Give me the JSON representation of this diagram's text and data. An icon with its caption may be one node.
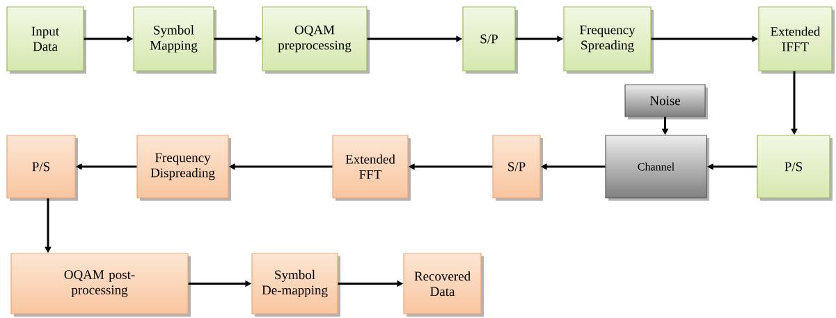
{
  "diagram": {
    "nodes": [
      {
        "text": [
          "Input Data"
        ]
      },
      {
        "text": [
          "Symbol Mapping"
        ]
      },
      {
        "text": [
          "OQAM preprocessing"
        ]
      },
      {
        "text": [
          "S/P"
        ]
      },
      {
        "text": [
          "Frequency Spreading"
        ]
      },
      {
        "text": [
          "Extended IFFT"
        ]
      },
      {
        "text": [
          "Noise"
        ]
      },
      {
        "text": [
          "Channel"
        ]
      },
      {
        "text": [
          "P/S"
        ]
      },
      {
        "text": [
          "S/P"
        ]
      },
      {
        "text": [
          "Extended FFT"
        ]
      },
      {
        "text": [
          "Frequency Dispreading"
        ]
      },
      {
        "text": [
          "P/S"
        ]
      },
      {
        "text": [
          "OQAM post-processing"
        ]
      },
      {
        "text": [
          "Symbol De-mapping"
        ]
      },
      {
        "text": [
          "Recovered Data"
        ]
      }
    ],
    "edges": [
      {
        "from": 0,
        "to": 1,
        "arrow": "to"
      },
      {
        "from": 1,
        "to": 2,
        "arrow": "to"
      },
      {
        "from": 2,
        "to": 3,
        "arrow": "to"
      },
      {
        "from": 3,
        "to": 4,
        "arrow": "to"
      },
      {
        "from": 4,
        "to": 5,
        "arrow": "to"
      },
      {
        "from": 5,
        "to": 8,
        "arrow": "to"
      },
      {
        "from": 6,
        "to": 7,
        "arrow": "to"
      },
      {
        "from": 8,
        "to": 7,
        "arrow": "to"
      },
      {
        "from": 7,
        "to": 9,
        "arrow": "to"
      },
      {
        "from": 9,
        "to": 10,
        "arrow": "to"
      },
      {
        "from": 10,
        "to": 11,
        "arrow": "to"
      },
      {
        "from": 11,
        "to": 12,
        "arrow": "to"
      },
      {
        "from": 12,
        "to": 13,
        "arrow": "to"
      },
      {
        "from": 13,
        "to": 14,
        "arrow": "to"
      },
      {
        "from": 14,
        "to": 15,
        "arrow": "to"
      }
    ]
  }
}
